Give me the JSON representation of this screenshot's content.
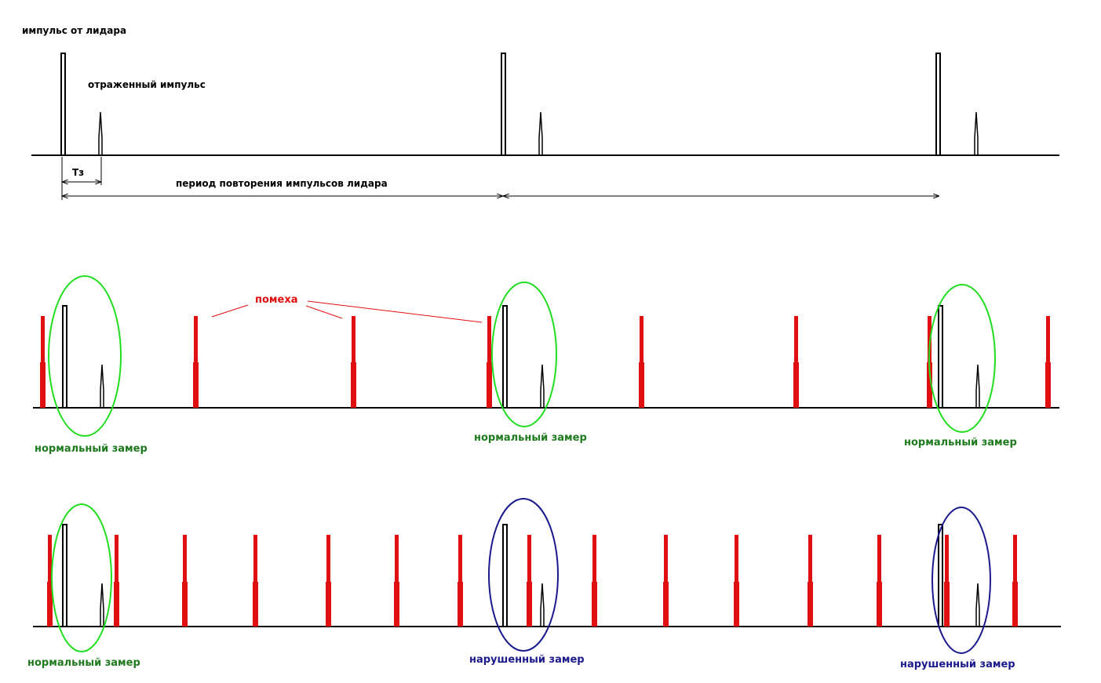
{
  "labels": {
    "lidar_pulse": "импульс от лидара",
    "reflected_pulse": "отраженный импульс",
    "delay": "Тз",
    "repetition_period": "период  повторения  импульсов  лидара",
    "interference": "помеха",
    "normal_measurement": "нормальный замер",
    "disrupted_measurement": "нарушенный замер"
  },
  "colors": {
    "line": "#000000",
    "interference": "#e01010",
    "normal": "#22dd22",
    "normal_text": "#1f7a1f",
    "disrupted": "#1a1a8c"
  }
}
